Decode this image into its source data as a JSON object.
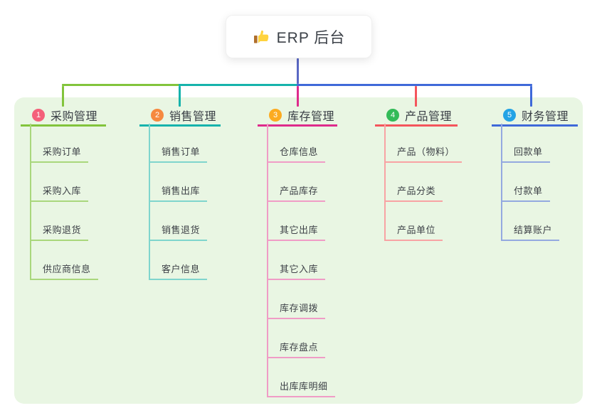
{
  "root": {
    "title": "ERP 后台",
    "icon": "thumbs-up-icon",
    "stem_color": "#5a68c4"
  },
  "canvas": {
    "background_color": "#e9f6e3"
  },
  "branches": [
    {
      "number": "1",
      "label": "采购管理",
      "line_color": "#82c43c",
      "pale_color": "#a9d77c",
      "badge_color": "#f4607a",
      "children": [
        "采购订单",
        "采购入库",
        "采购退货",
        "供应商信息"
      ]
    },
    {
      "number": "2",
      "label": "销售管理",
      "line_color": "#16b3ac",
      "pale_color": "#7fd5cd",
      "badge_color": "#f6893f",
      "children": [
        "销售订单",
        "销售出库",
        "销售退货",
        "客户信息"
      ]
    },
    {
      "number": "3",
      "label": "库存管理",
      "line_color": "#de2b8c",
      "pale_color": "#f09cc6",
      "badge_color": "#fcab20",
      "children": [
        "仓库信息",
        "产品库存",
        "其它出库",
        "其它入库",
        "库存调拨",
        "库存盘点",
        "出库库明细"
      ]
    },
    {
      "number": "4",
      "label": "产品管理",
      "line_color": "#f4555c",
      "pale_color": "#f8a3a4",
      "badge_color": "#33bb58",
      "children": [
        "产品（物料）",
        "产品分类",
        "产品单位"
      ]
    },
    {
      "number": "5",
      "label": "财务管理",
      "line_color": "#3f69d9",
      "pale_color": "#94a9e0",
      "badge_color": "#23a3e5",
      "children": [
        "回款单",
        "付款单",
        "结算账户"
      ]
    }
  ]
}
